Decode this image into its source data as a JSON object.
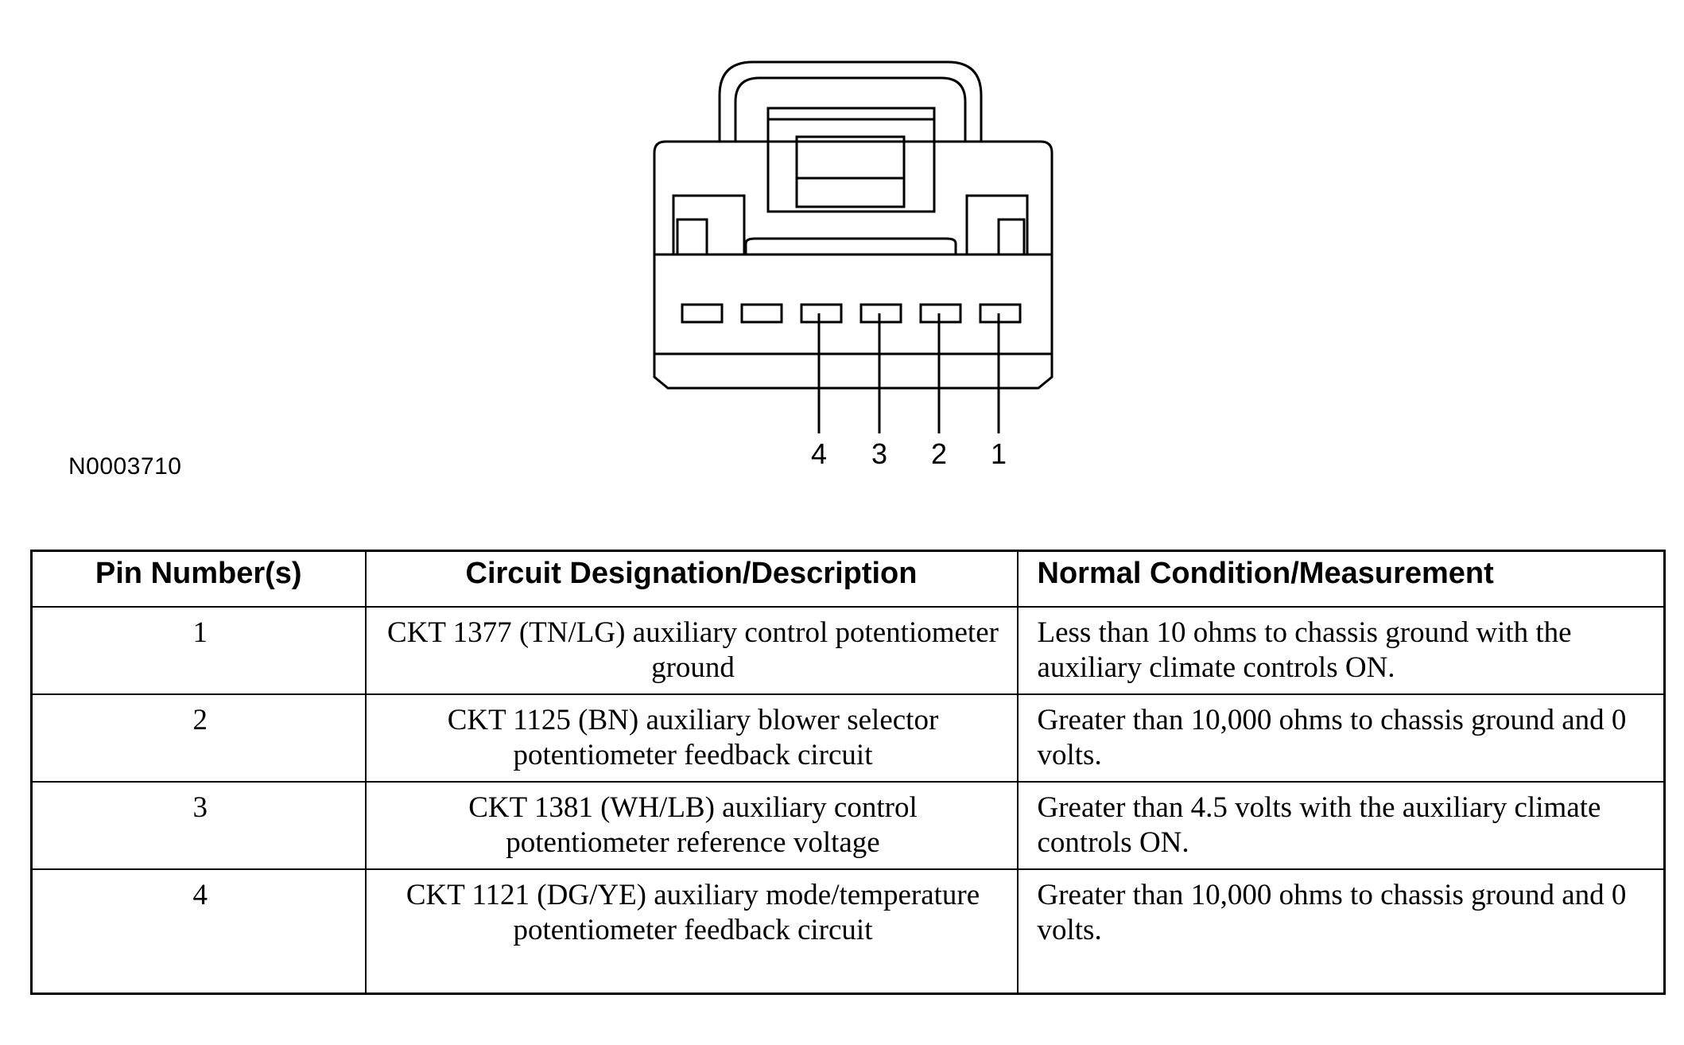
{
  "figure": {
    "id": "N0003710",
    "pin_labels": [
      "4",
      "3",
      "2",
      "1"
    ]
  },
  "table": {
    "headers": {
      "pin": "Pin Number(s)",
      "description": "Circuit Designation/Description",
      "condition": "Normal Condition/Measurement"
    },
    "rows": [
      {
        "pin": "1",
        "description": "CKT 1377 (TN/LG) auxiliary control potentiometer ground",
        "condition": "Less than 10 ohms to chassis ground with the auxiliary climate controls ON."
      },
      {
        "pin": "2",
        "description": "CKT 1125 (BN) auxiliary blower selector potentiometer feedback circuit",
        "condition": "Greater than 10,000 ohms to chassis ground and 0 volts."
      },
      {
        "pin": "3",
        "description": "CKT 1381 (WH/LB) auxiliary control potentiometer reference voltage",
        "condition": "Greater than 4.5 volts with the auxiliary climate controls ON."
      },
      {
        "pin": "4",
        "description": "CKT 1121 (DG/YE) auxiliary mode/temperature potentiometer feedback circuit",
        "condition": "Greater than 10,000 ohms to chassis ground and 0 volts."
      }
    ]
  }
}
